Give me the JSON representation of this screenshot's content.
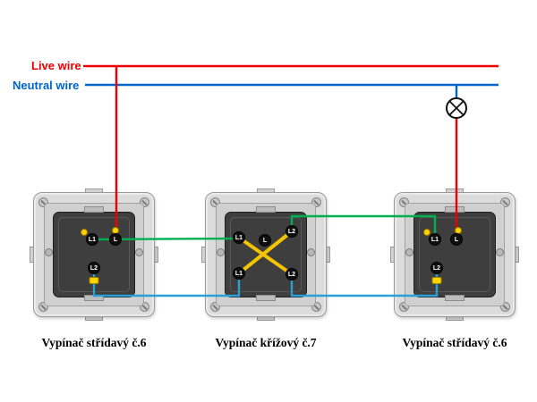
{
  "legend": {
    "live": {
      "label": "Live wire",
      "color": "#ee0000"
    },
    "neutral": {
      "label": "Neutral wire",
      "color": "#0066cc"
    }
  },
  "wire_colors": {
    "traveler_green": "#00b050",
    "traveler_blue": "#2e9fd4",
    "jumper_yellow": "#f2c500",
    "terminal_screw_yellow": "#ffd400"
  },
  "lamp": {
    "icon": "lamp"
  },
  "switches": [
    {
      "position": "left",
      "caption": "Vypínač střídavý č.6",
      "terminals": [
        "L1",
        "L",
        "L2"
      ]
    },
    {
      "position": "middle",
      "caption": "Vypínač křížový č.7",
      "terminals": [
        "L1",
        "L",
        "L2",
        "L1",
        "L2"
      ]
    },
    {
      "position": "right",
      "caption": "Vypínač střídavý č.6",
      "terminals": [
        "L1",
        "L",
        "L2"
      ]
    }
  ]
}
